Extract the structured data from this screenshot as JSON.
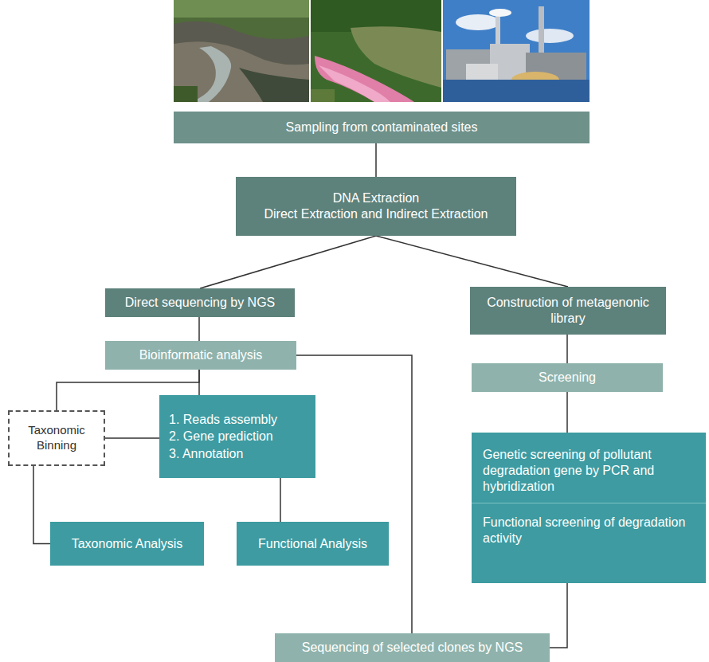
{
  "diagram": {
    "nodes": [
      {
        "text": [
          "Sampling from contaminated sites"
        ]
      },
      {
        "text": [
          "DNA Extraction",
          "Direct Extraction and Indirect Extraction"
        ]
      },
      {
        "text": [
          "Direct sequencing by NGS"
        ]
      },
      {
        "text": [
          "Construction of metagenonic library"
        ]
      },
      {
        "text": [
          "Bioinformatic analysis"
        ]
      },
      {
        "text": [
          "Screening"
        ]
      },
      {
        "text": [
          "Taxonomic Binning"
        ]
      },
      {
        "text": [
          "1. Reads assembly",
          "2. Gene prediction",
          "3. Annotation"
        ]
      },
      {
        "text": [
          "Genetic screening of pollutant degradation gene by PCR and hybridization",
          "Functional screening of degradation activity"
        ]
      },
      {
        "text": [
          "Taxonomic Analysis"
        ]
      },
      {
        "text": [
          "Functional Analysis"
        ]
      },
      {
        "text": [
          "Sequencing of selected clones by NGS"
        ]
      }
    ],
    "edges": [
      {
        "from": 0,
        "to": 1,
        "arrow": "none"
      },
      {
        "from": 1,
        "to": 2,
        "arrow": "none"
      },
      {
        "from": 1,
        "to": 3,
        "arrow": "none"
      },
      {
        "from": 2,
        "to": 4,
        "arrow": "none"
      },
      {
        "from": 4,
        "to": 6,
        "arrow": "none"
      },
      {
        "from": 4,
        "to": 7,
        "arrow": "none"
      },
      {
        "from": 6,
        "to": 7,
        "arrow": "none"
      },
      {
        "from": 6,
        "to": 9,
        "arrow": "none"
      },
      {
        "from": 7,
        "to": 10,
        "arrow": "none"
      },
      {
        "from": 4,
        "to": 11,
        "arrow": "none"
      },
      {
        "from": 3,
        "to": 5,
        "arrow": "none"
      },
      {
        "from": 5,
        "to": 8,
        "arrow": "none"
      },
      {
        "from": 8,
        "to": 11,
        "arrow": "none"
      }
    ]
  }
}
